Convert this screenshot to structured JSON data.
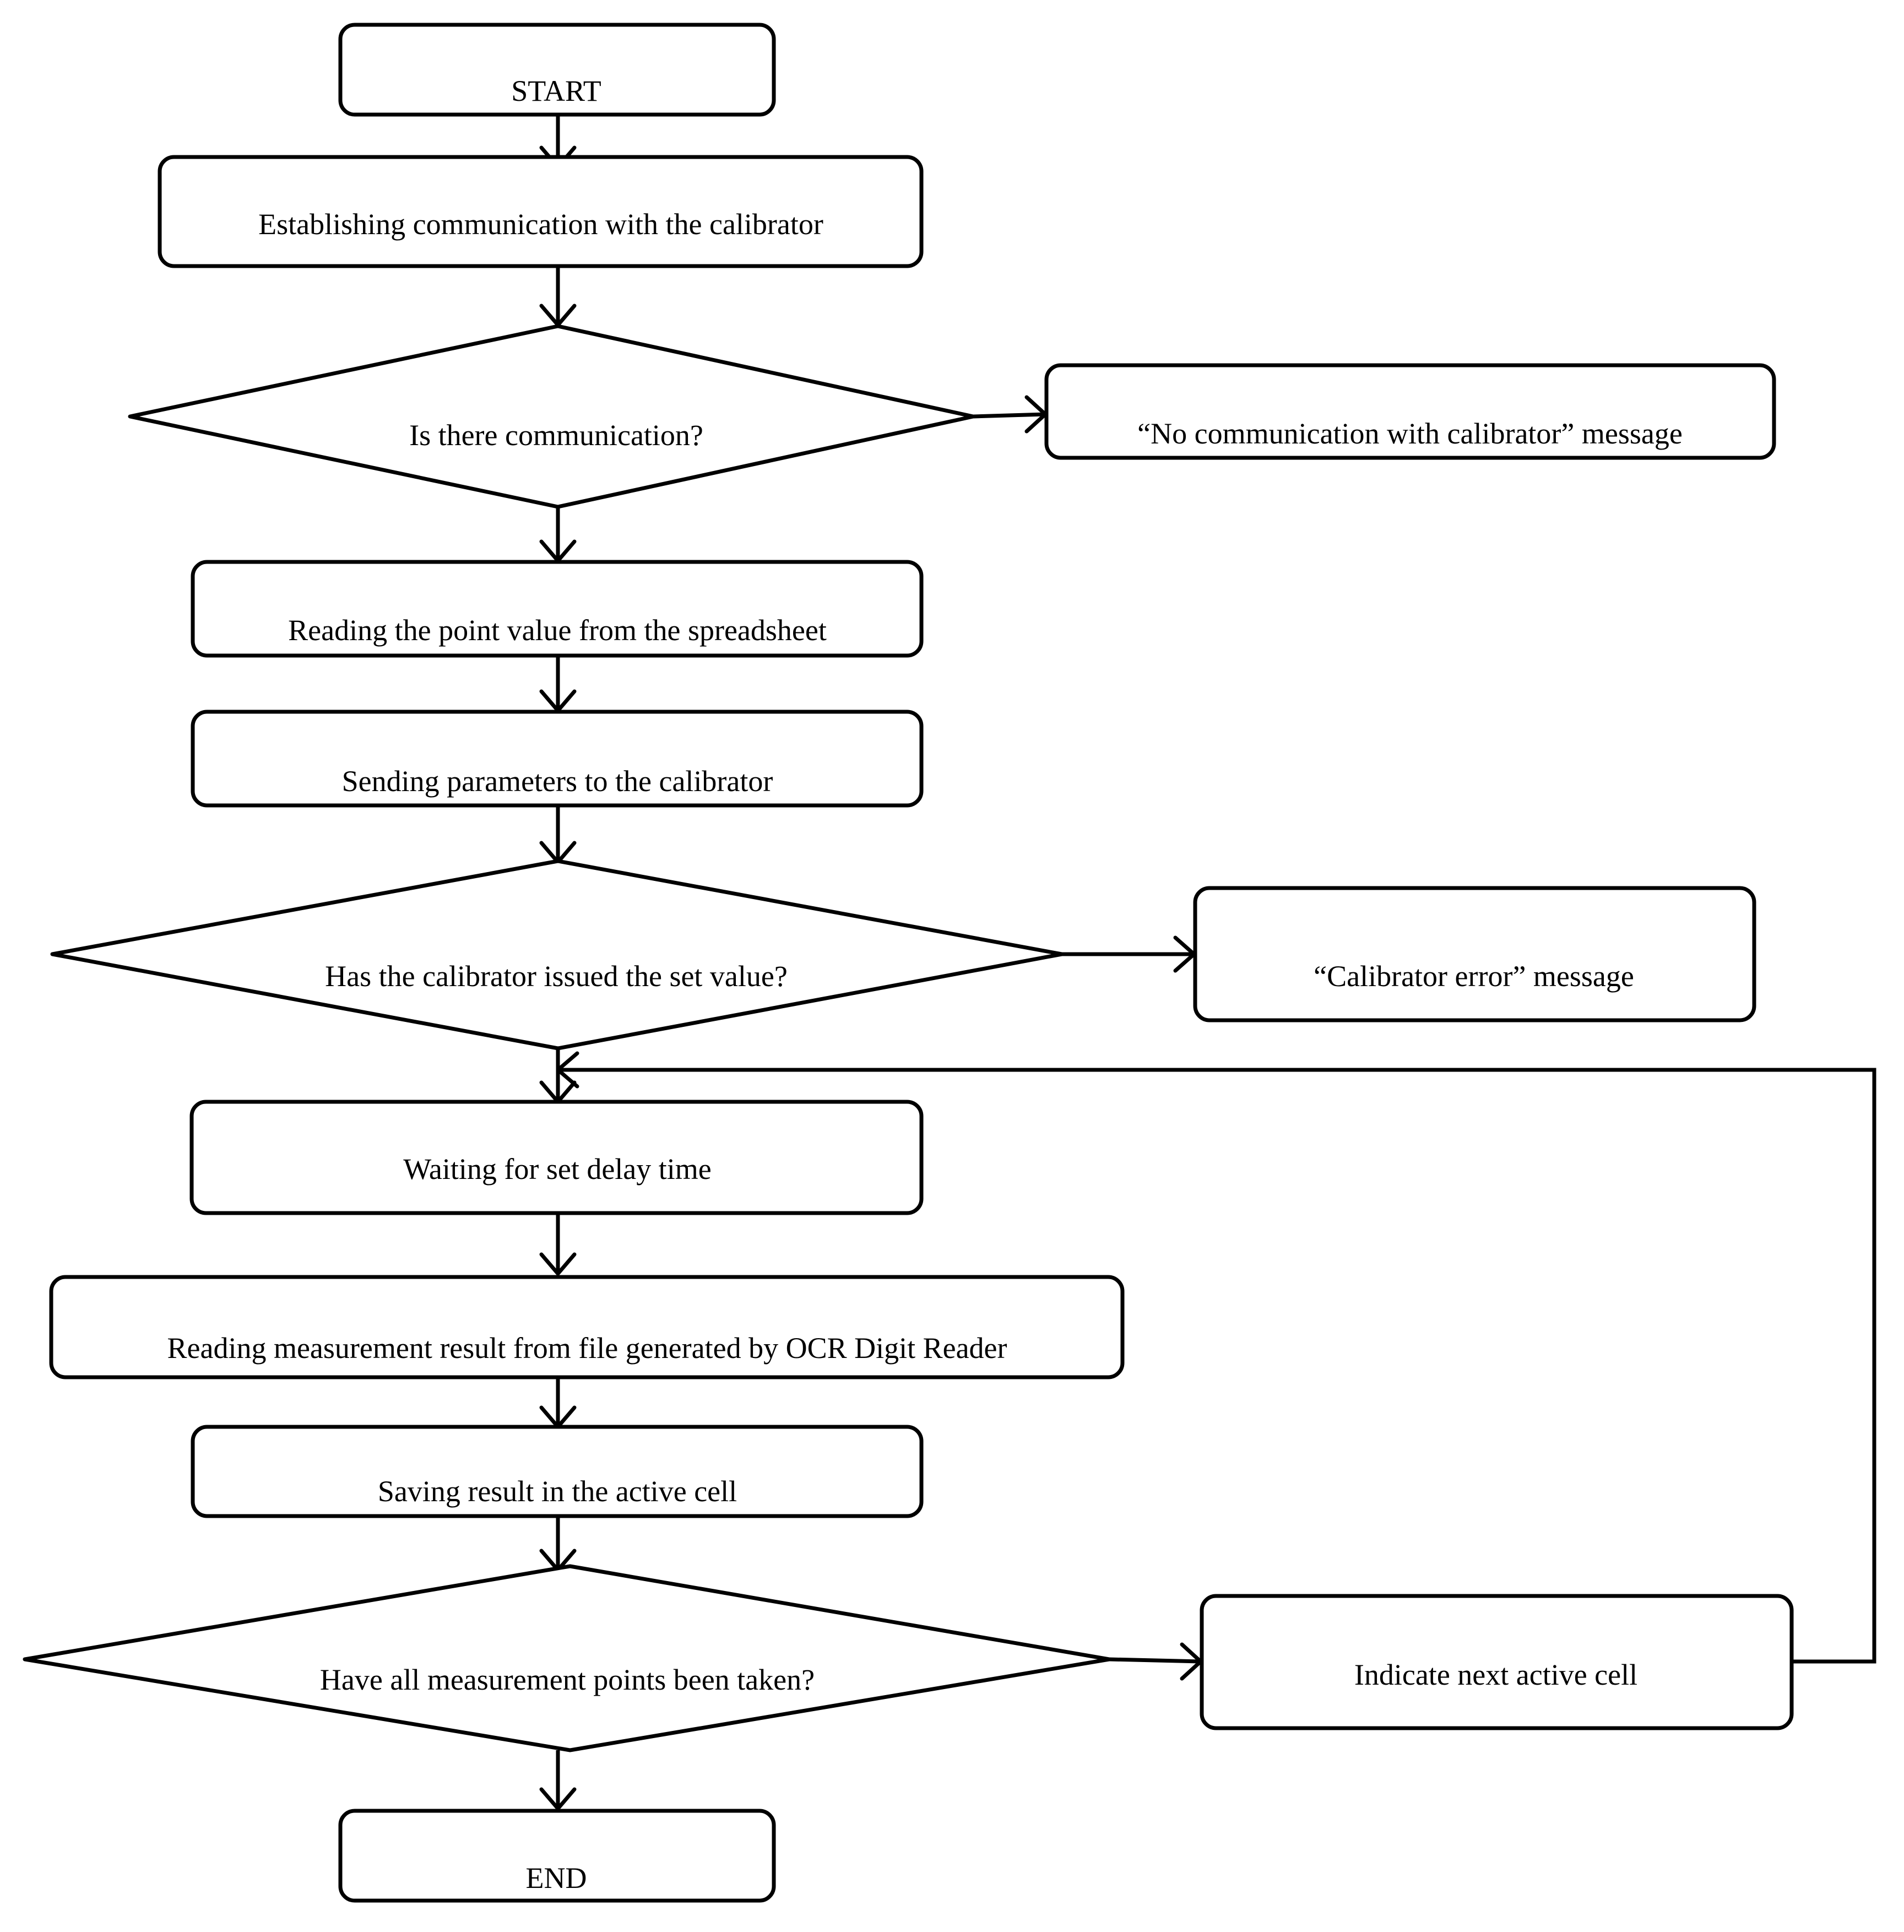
{
  "flowchart": {
    "start": "START",
    "establish": "Establishing communication with the calibrator",
    "decision_communication": "Is there communication?",
    "msg_no_communication": "“No communication with calibrator” message",
    "read_point": "Reading the point value from the spreadsheet",
    "send_params": "Sending parameters to the calibrator",
    "decision_set_value": "Has the calibrator issued the set value?",
    "msg_calibrator_error": "“Calibrator error” message",
    "wait_delay": "Waiting for set delay time",
    "read_measurement": "Reading measurement result from file generated by OCR Digit Reader",
    "save_result": "Saving result in the active cell",
    "decision_all_points": "Have all measurement points been taken?",
    "next_cell": "Indicate next active cell",
    "end": "END"
  }
}
